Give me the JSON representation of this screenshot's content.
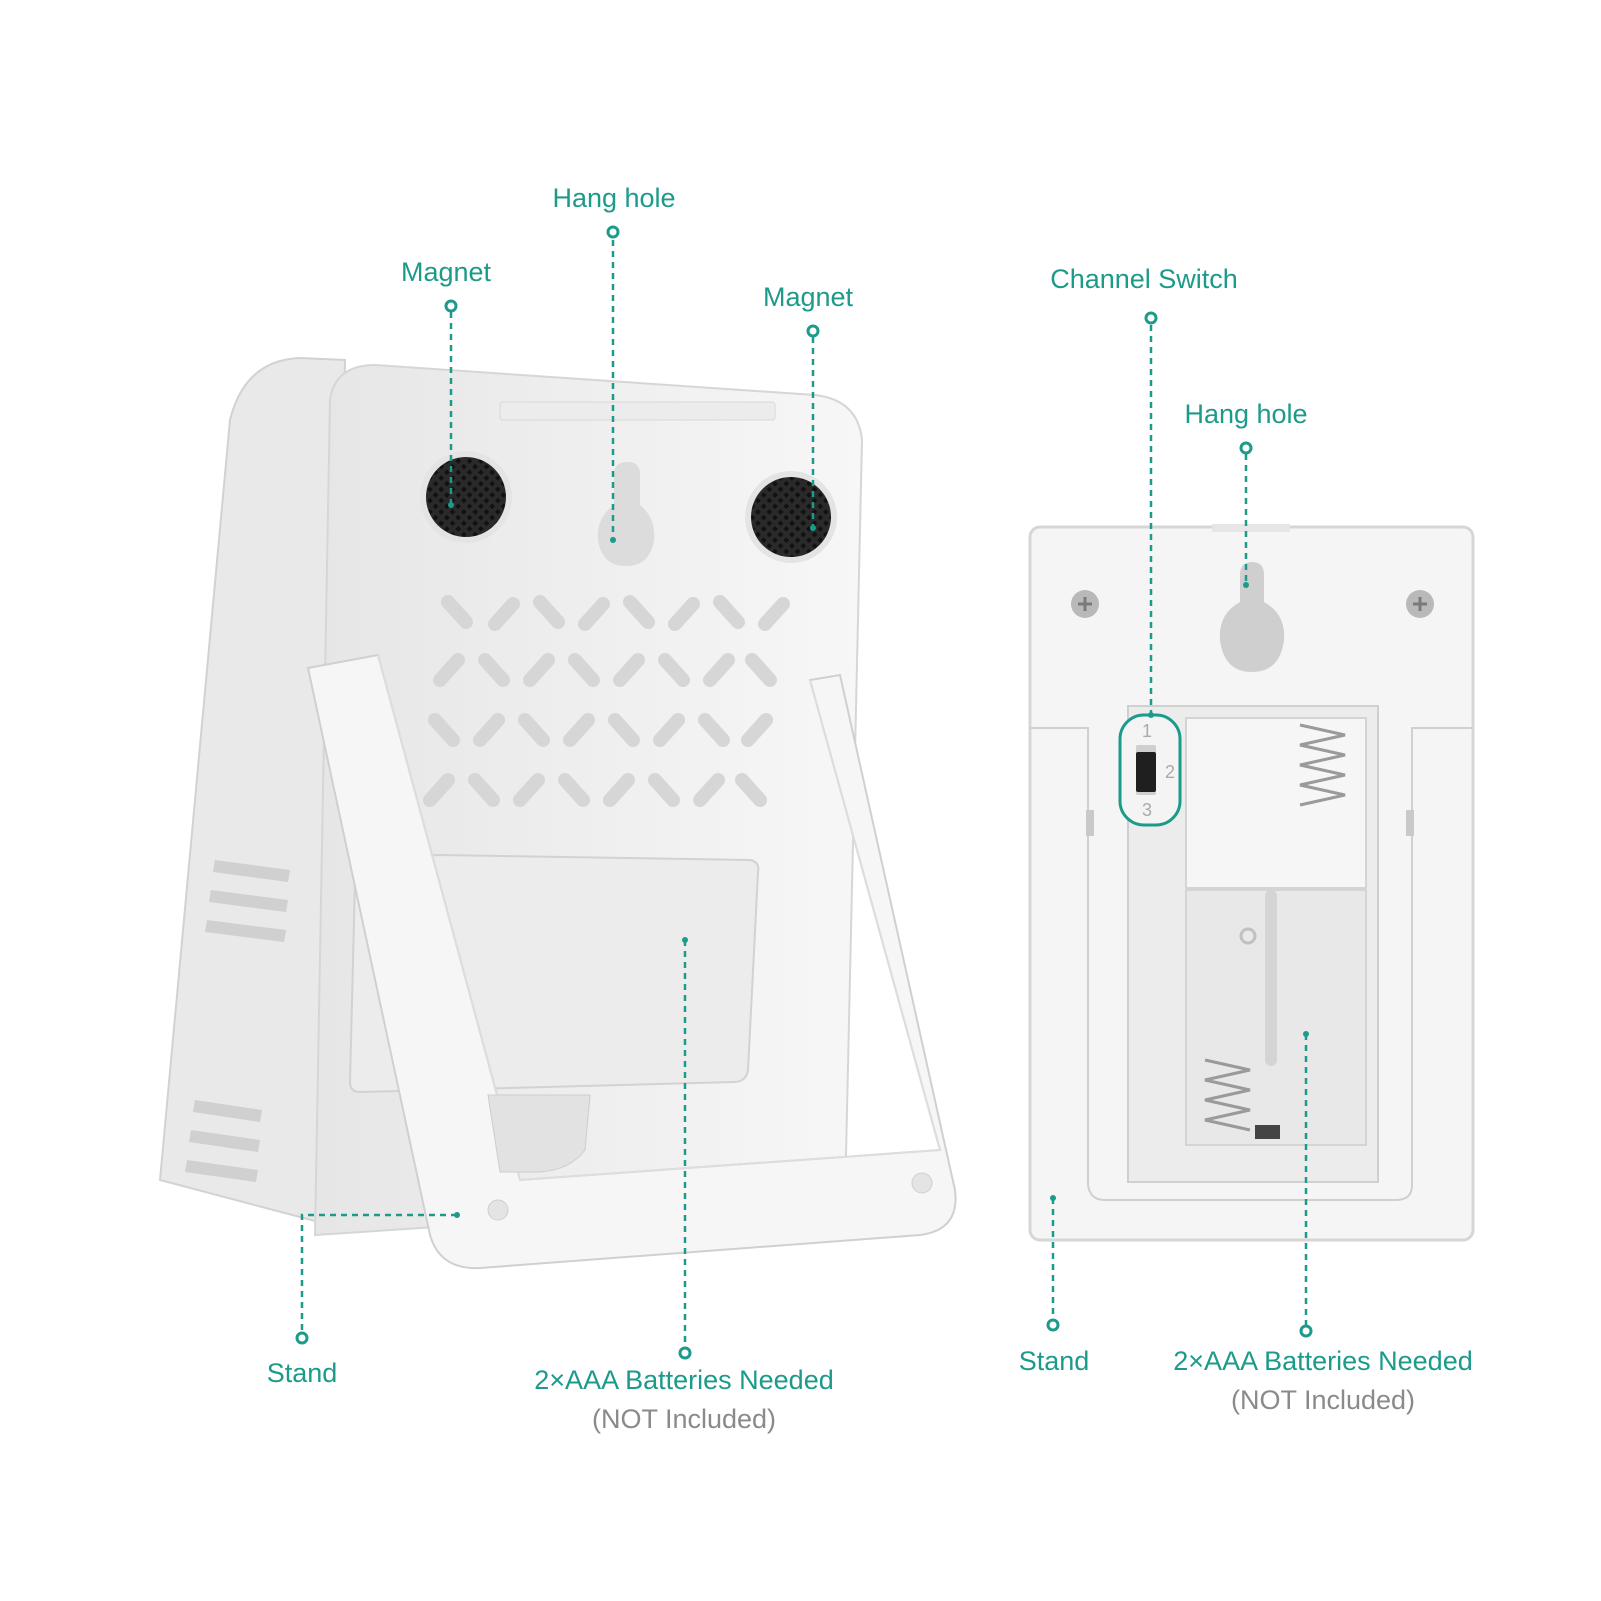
{
  "colors": {
    "accent": "#1c9a8a",
    "muted": "#8a8a8a",
    "device": "#f4f4f4",
    "shadow": "#dcdcdc"
  },
  "left_device": {
    "hang_hole_label": "Hang hole",
    "magnet_left_label": "Magnet",
    "magnet_right_label": "Magnet",
    "stand_label": "Stand",
    "battery_label": "2×AAA Batteries Needed",
    "battery_note": "(NOT Included)"
  },
  "right_device": {
    "channel_switch_label": "Channel Switch",
    "hang_hole_label": "Hang hole",
    "stand_label": "Stand",
    "battery_label": "2×AAA Batteries Needed",
    "battery_note": "(NOT Included)",
    "switch_positions": [
      "1",
      "2",
      "3"
    ]
  }
}
